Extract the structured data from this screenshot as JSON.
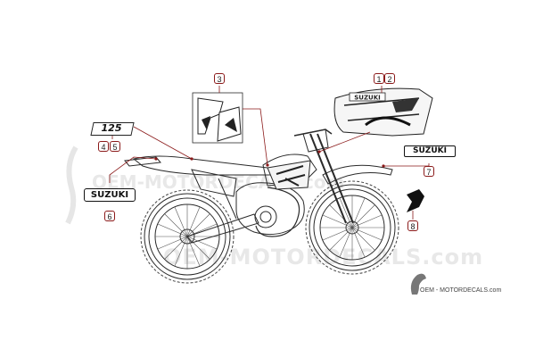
{
  "watermark": {
    "text": "OEM-MOTORDECALS.com"
  },
  "footer": {
    "text": "OEM - MOTORDECALS.com"
  },
  "callouts": [
    {
      "id": "c1",
      "label": "1"
    },
    {
      "id": "c2",
      "label": "2"
    },
    {
      "id": "c3",
      "label": "3"
    },
    {
      "id": "c4",
      "label": "4"
    },
    {
      "id": "c5",
      "label": "5"
    },
    {
      "id": "c6",
      "label": "6"
    },
    {
      "id": "c7",
      "label": "7"
    },
    {
      "id": "c8",
      "label": "8"
    }
  ],
  "decals": {
    "model_number": "125",
    "suzuki_left": "SUZUKI",
    "suzuki_right": "SUZUKI",
    "shroud_text": "SUZUKI"
  },
  "colors": {
    "callout_border": "#8b1a1a",
    "leader": "#8b1a1a",
    "ink": "#222222"
  }
}
